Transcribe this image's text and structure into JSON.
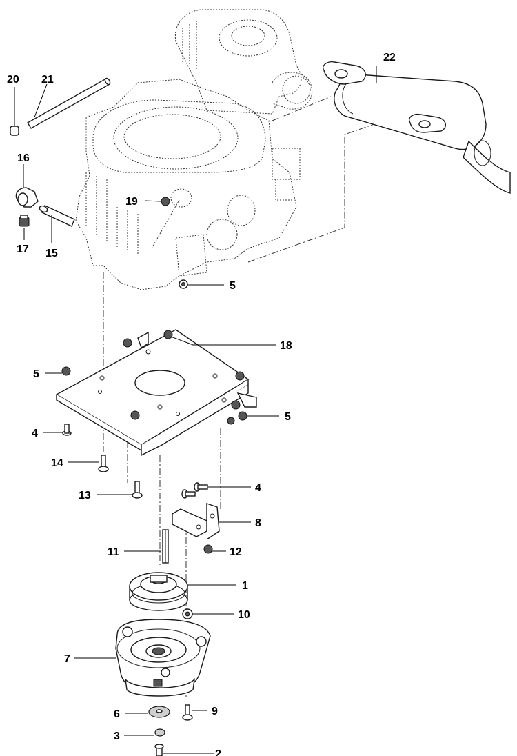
{
  "callouts": {
    "c1": "1",
    "c2": "2",
    "c3": "3",
    "c4a": "4",
    "c4b": "4",
    "c5a": "5",
    "c5b": "5",
    "c5c": "5",
    "c6": "6",
    "c7": "7",
    "c8": "8",
    "c9": "9",
    "c10": "10",
    "c11": "11",
    "c12": "12",
    "c13": "13",
    "c14": "14",
    "c15": "15",
    "c16": "16",
    "c17": "17",
    "c18": "18",
    "c19": "19",
    "c20": "20",
    "c21": "21",
    "c22": "22"
  }
}
